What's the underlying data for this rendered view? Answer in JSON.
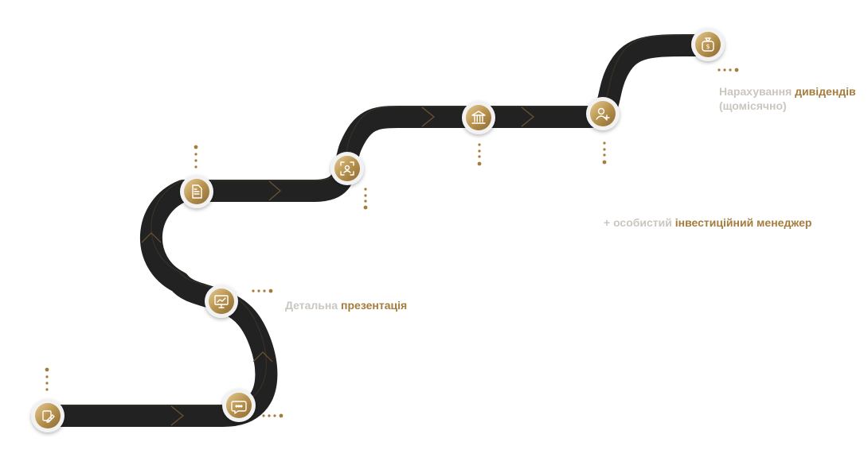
{
  "colors": {
    "road": "#232223",
    "gold": "#b08b4e",
    "gold_light": "#e2c58c",
    "gold_dark": "#8c6a33",
    "label_muted": "#cbc6c0",
    "label_accent": "#a47c3d"
  },
  "steps": [
    {
      "icon": "edit-document-icon"
    },
    {
      "icon": "chat-bubble-icon"
    },
    {
      "icon": "presentation-board-icon"
    },
    {
      "icon": "document-icon"
    },
    {
      "icon": "face-scan-icon"
    },
    {
      "icon": "bank-icon"
    },
    {
      "icon": "add-user-icon"
    },
    {
      "icon": "money-bag-icon"
    }
  ],
  "labels": {
    "presentation": {
      "muted": "Детальна ",
      "accent": "презентація"
    },
    "manager": {
      "muted": "+ особистий ",
      "accent": "інвестиційний менеджер"
    },
    "dividends": {
      "line1_muted": "Нарахування ",
      "line1_accent": "дивідендів",
      "line2": "(щомісячно)"
    }
  }
}
